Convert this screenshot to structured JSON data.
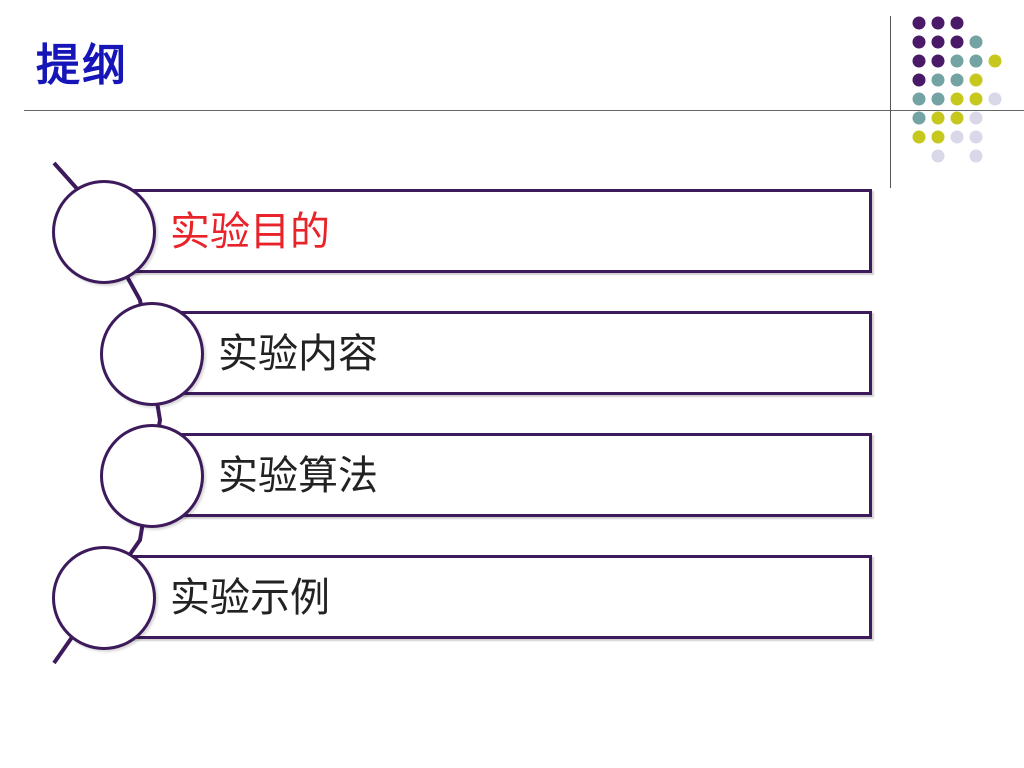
{
  "title": "提纲",
  "colors": {
    "title": "#1515b8",
    "outline": "#3d1a5c",
    "active_text": "#e8232a",
    "text": "#222222",
    "dot_purple": "#4a1a68",
    "dot_teal": "#74a3a3",
    "dot_yellow": "#c7c81e",
    "dot_lavender": "#d8d8e8"
  },
  "outline": {
    "items": [
      {
        "label": "实验目的",
        "active": true
      },
      {
        "label": "实验内容",
        "active": false
      },
      {
        "label": "实验算法",
        "active": false
      },
      {
        "label": "实验示例",
        "active": false
      }
    ]
  }
}
